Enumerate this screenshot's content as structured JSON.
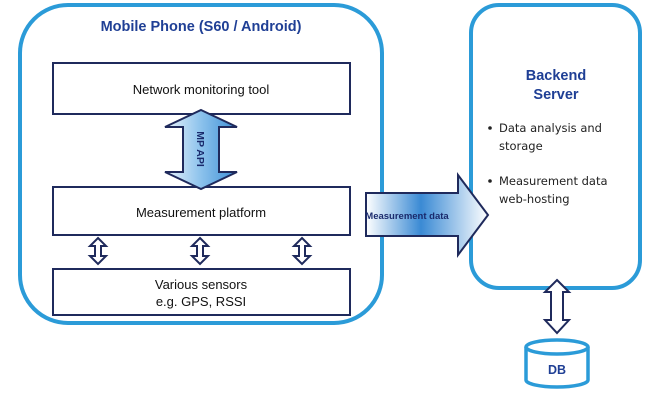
{
  "colors": {
    "container_border": "#2b9bd8",
    "box_border": "#1f2a5c",
    "title_text": "#1f3f95",
    "arrow_outline": "#1f2a5c",
    "arrow_fill_light": "#ffffff",
    "arrow_fill_dark": "#3c8fd6"
  },
  "mobile_phone": {
    "title": "Mobile Phone (S60 / Android)",
    "network_tool": "Network monitoring tool",
    "mp_api_label": "MP API",
    "measurement_platform": "Measurement platform",
    "sensors_line1": "Various sensors",
    "sensors_line2": "e.g. GPS, RSSI"
  },
  "transfer_arrow": {
    "label": "Measurement data"
  },
  "backend": {
    "title_line1": "Backend",
    "title_line2": "Server",
    "bullets": [
      {
        "line1": "Data analysis and",
        "line2": "storage"
      },
      {
        "line1": "Measurement data",
        "line2": "web-hosting"
      }
    ]
  },
  "database": {
    "label": "DB"
  }
}
